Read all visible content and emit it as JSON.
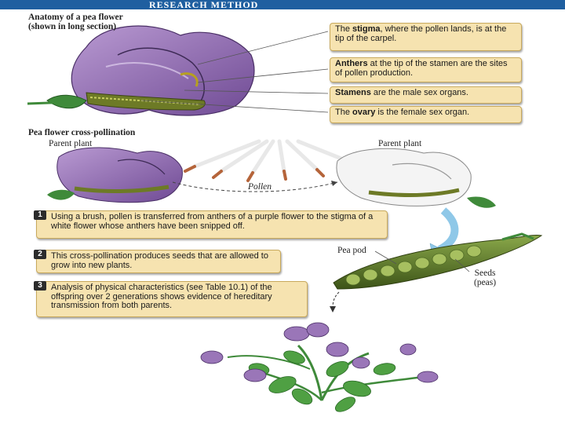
{
  "banner": {
    "title": "RESEARCH METHOD"
  },
  "anatomy": {
    "title_line1": "Anatomy of a pea flower",
    "title_line2": "(shown in long section)"
  },
  "callouts": {
    "stigma": {
      "pre": "The ",
      "bold": "stigma",
      "post": ", where the pollen lands, is at the tip of the carpel."
    },
    "anthers": {
      "pre": "",
      "bold": "Anthers",
      "post": " at the tip of the stamen are the sites of pollen production."
    },
    "stamens": {
      "pre": "",
      "bold": "Stamens",
      "post": " are the male sex organs."
    },
    "ovary": {
      "pre": "The ",
      "bold": "ovary",
      "post": " is the female sex organ."
    }
  },
  "cross": {
    "title": "Pea flower cross-pollination",
    "parent_left": "Parent plant",
    "parent_right": "Parent plant",
    "pollen_label": "Pollen"
  },
  "steps": [
    {
      "num": "1",
      "text": "Using a brush, pollen is transferred from anthers of a purple flower to the stigma of a white flower whose anthers have been snipped off."
    },
    {
      "num": "2",
      "text": "This cross-pollination produces seeds that are allowed to grow into new plants."
    },
    {
      "num": "3",
      "text": "Analysis of physical characteristics (see Table 10.1) of the offspring over 2 generations shows evidence of hereditary transmission from both parents."
    }
  ],
  "pod": {
    "pod_label": "Pea pod",
    "seeds_label_line1": "Seeds",
    "seeds_label_line2": "(peas)"
  },
  "colors": {
    "banner": "#1f5fa0",
    "callout_fill": "#f6e3b0",
    "petal_purple": "#9a76b8",
    "pod_green": "#4f6a24",
    "arrow_blue": "#8fc8e8"
  }
}
